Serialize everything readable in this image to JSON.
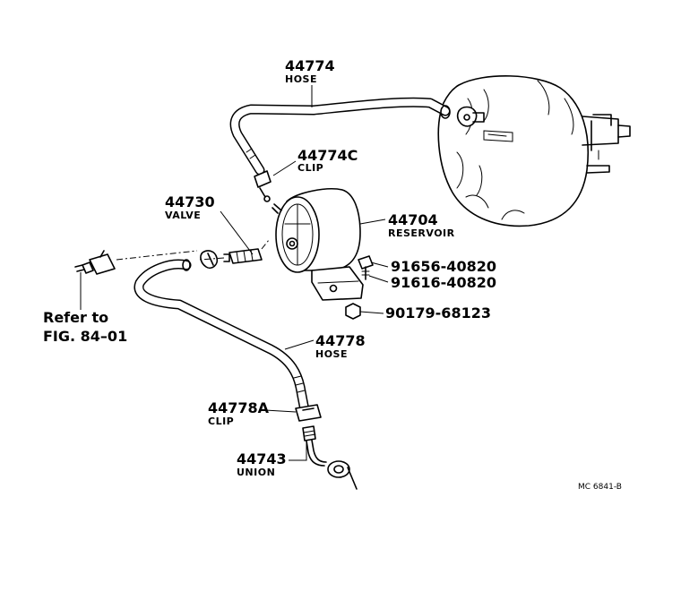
{
  "parts": [
    {
      "id": "hose_upper",
      "number": "44774",
      "name": "HOSE"
    },
    {
      "id": "clip_upper",
      "number": "44774C",
      "name": "CLIP"
    },
    {
      "id": "valve",
      "number": "44730",
      "name": "VALVE"
    },
    {
      "id": "reservoir",
      "number": "44704",
      "name": "RESERVOIR"
    },
    {
      "id": "bolt_1",
      "number": "91656-40820",
      "name": ""
    },
    {
      "id": "bolt_2",
      "number": "91616-40820",
      "name": ""
    },
    {
      "id": "nut",
      "number": "90179-68123",
      "name": ""
    },
    {
      "id": "hose_lower",
      "number": "44778",
      "name": "HOSE"
    },
    {
      "id": "clip_lower",
      "number": "44778A",
      "name": "CLIP"
    },
    {
      "id": "union",
      "number": "44743",
      "name": "UNION"
    }
  ],
  "reference": {
    "line1": "Refer to",
    "line2": "FIG. 84–01"
  },
  "drawing_code": "MC 6841-B"
}
